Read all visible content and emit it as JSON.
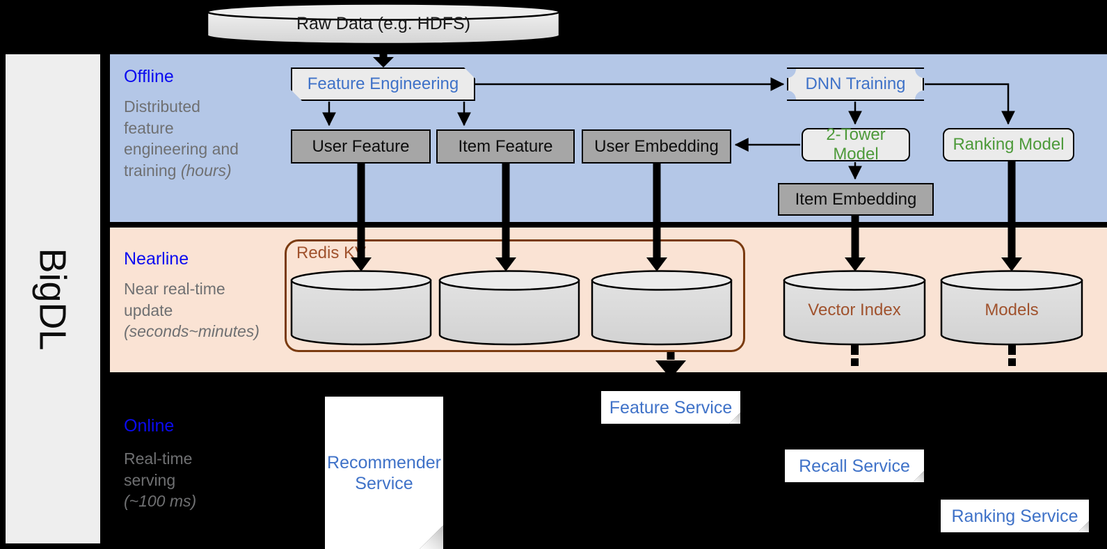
{
  "framework": {
    "name": "BigDL"
  },
  "source": {
    "label": "Raw Data (e.g. HDFS)"
  },
  "stages": [
    {
      "id": "offline",
      "title": "Offline",
      "description_line1": "Distributed",
      "description_line2": "feature",
      "description_line3": "engineering and",
      "description_line4": "training ",
      "description_italic": "(hours)",
      "band_color": "#b4c7e7"
    },
    {
      "id": "nearline",
      "title": "Nearline",
      "description_line1": "Near real-time",
      "description_line2": "update",
      "description_italic": "(seconds~minutes)",
      "band_color": "#fae3d4"
    },
    {
      "id": "online",
      "title": "Online",
      "description_line1": "Real-time",
      "description_line2": "serving",
      "description_italic": "(~100 ms)",
      "band_color": "#000000"
    }
  ],
  "offline_nodes": {
    "feature_engineering": "Feature Engineering",
    "dnn_training": "DNN Training",
    "user_feature": "User Feature",
    "item_feature": "Item Feature",
    "user_embedding": "User Embedding",
    "two_tower_model": "2-Tower Model",
    "ranking_model": "Ranking Model",
    "item_embedding": "Item Embedding"
  },
  "nearline_nodes": {
    "redis_kv": "Redis KV",
    "store_user_feature": "",
    "store_item_feature": "",
    "store_user_embedding": "",
    "vector_index": "Vector Index",
    "models": "Models"
  },
  "online_nodes": {
    "recommender_service": "Recommender\nService",
    "recommender_service_l1": "Recommender",
    "recommender_service_l2": "Service",
    "feature_service": "Feature Service",
    "recall_service": "Recall Service",
    "ranking_service": "Ranking Service"
  },
  "colors": {
    "accent_blue_text": "#3f72c8",
    "stage_title_blue": "#0b0bf0",
    "accent_green_text": "#4d9a3a",
    "accent_brown_text": "#a0522d",
    "gray_node": "#a6a6a6",
    "light_node": "#ebebeb",
    "offline_band": "#b4c7e7",
    "nearline_band": "#fae3d4",
    "rail_bg": "#eeeeee",
    "background": "#000000"
  }
}
